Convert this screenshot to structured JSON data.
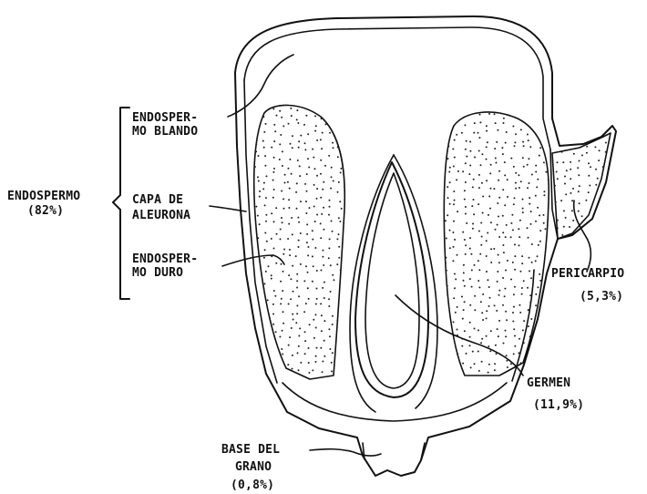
{
  "labels": {
    "endosperm_group": {
      "line1": "ENDOSPERMO",
      "line2": "(82%)"
    },
    "soft_endosperm": {
      "line1": "ENDOSPER-",
      "line2": "MO BLANDO"
    },
    "aleurone_layer": {
      "line1": "CAPA DE",
      "line2": "ALEURONA"
    },
    "hard_endosperm": {
      "line1": "ENDOSPER-",
      "line2": "MO DURO"
    },
    "pericarp": {
      "line1": "PERICARPIO",
      "line2": "(5,3%)"
    },
    "germ": {
      "line1": "GERMEN",
      "line2": "(11,9%)"
    },
    "grain_base": {
      "line1": "BASE DEL",
      "line2": "GRANO",
      "line3": "(0,8%)"
    }
  }
}
